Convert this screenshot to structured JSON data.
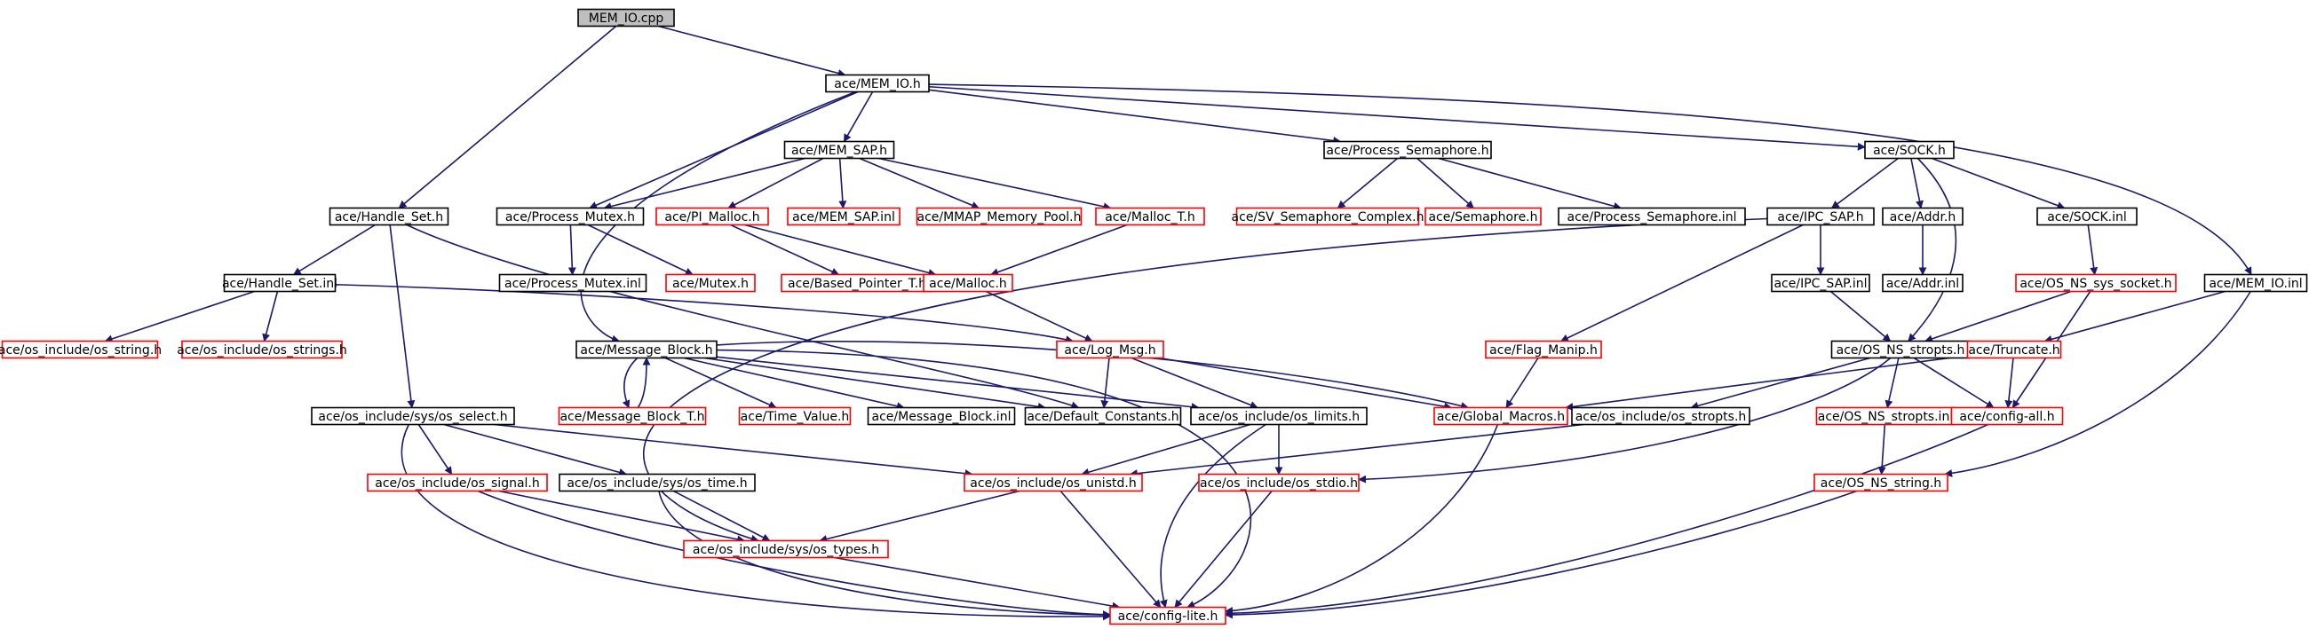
{
  "graph": {
    "colors": {
      "normal_border": "#000000",
      "missing_border": "#ff0000",
      "root_fill": "#bfbfbf",
      "fill": "#ffffff",
      "edge": "#191970"
    },
    "nodes": [
      {
        "id": "mem_io_cpp",
        "label": "MEM_IO.cpp",
        "style": "root"
      },
      {
        "id": "mem_io_h",
        "label": "ace/MEM_IO.h",
        "style": "normal"
      },
      {
        "id": "handle_set_h",
        "label": "ace/Handle_Set.h",
        "style": "normal"
      },
      {
        "id": "mem_sap_h",
        "label": "ace/MEM_SAP.h",
        "style": "normal"
      },
      {
        "id": "process_semaphore_h",
        "label": "ace/Process_Semaphore.h",
        "style": "normal"
      },
      {
        "id": "sock_h",
        "label": "ace/SOCK.h",
        "style": "normal"
      },
      {
        "id": "process_mutex_h",
        "label": "ace/Process_Mutex.h",
        "style": "normal"
      },
      {
        "id": "pi_malloc_h",
        "label": "ace/PI_Malloc.h",
        "style": "missing"
      },
      {
        "id": "mem_sap_inl",
        "label": "ace/MEM_SAP.inl",
        "style": "missing"
      },
      {
        "id": "mmap_memory_pool_h",
        "label": "ace/MMAP_Memory_Pool.h",
        "style": "missing"
      },
      {
        "id": "malloc_t_h",
        "label": "ace/Malloc_T.h",
        "style": "missing"
      },
      {
        "id": "sv_semaphore_complex_h",
        "label": "ace/SV_Semaphore_Complex.h",
        "style": "missing"
      },
      {
        "id": "semaphore_h",
        "label": "ace/Semaphore.h",
        "style": "missing"
      },
      {
        "id": "process_semaphore_inl",
        "label": "ace/Process_Semaphore.inl",
        "style": "normal"
      },
      {
        "id": "ipc_sap_h",
        "label": "ace/IPC_SAP.h",
        "style": "normal"
      },
      {
        "id": "addr_h",
        "label": "ace/Addr.h",
        "style": "normal"
      },
      {
        "id": "sock_inl",
        "label": "ace/SOCK.inl",
        "style": "normal"
      },
      {
        "id": "handle_set_inl",
        "label": "ace/Handle_Set.inl",
        "style": "normal"
      },
      {
        "id": "process_mutex_inl",
        "label": "ace/Process_Mutex.inl",
        "style": "normal"
      },
      {
        "id": "mutex_h",
        "label": "ace/Mutex.h",
        "style": "missing"
      },
      {
        "id": "based_pointer_t_h",
        "label": "ace/Based_Pointer_T.h",
        "style": "missing"
      },
      {
        "id": "malloc_h",
        "label": "ace/Malloc.h",
        "style": "missing"
      },
      {
        "id": "ipc_sap_inl",
        "label": "ace/IPC_SAP.inl",
        "style": "normal"
      },
      {
        "id": "addr_inl",
        "label": "ace/Addr.inl",
        "style": "normal"
      },
      {
        "id": "os_ns_sys_socket_h",
        "label": "ace/OS_NS_sys_socket.h",
        "style": "missing"
      },
      {
        "id": "mem_io_inl",
        "label": "ace/MEM_IO.inl",
        "style": "normal"
      },
      {
        "id": "os_string_h",
        "label": "ace/os_include/os_string.h",
        "style": "missing"
      },
      {
        "id": "os_strings_h",
        "label": "ace/os_include/os_strings.h",
        "style": "missing"
      },
      {
        "id": "message_block_h",
        "label": "ace/Message_Block.h",
        "style": "normal"
      },
      {
        "id": "log_msg_h",
        "label": "ace/Log_Msg.h",
        "style": "missing"
      },
      {
        "id": "flag_manip_h",
        "label": "ace/Flag_Manip.h",
        "style": "missing"
      },
      {
        "id": "os_ns_stropts_h",
        "label": "ace/OS_NS_stropts.h",
        "style": "normal"
      },
      {
        "id": "truncate_h",
        "label": "ace/Truncate.h",
        "style": "missing"
      },
      {
        "id": "os_select_h",
        "label": "ace/os_include/sys/os_select.h",
        "style": "normal"
      },
      {
        "id": "message_block_t_h",
        "label": "ace/Message_Block_T.h",
        "style": "missing"
      },
      {
        "id": "time_value_h",
        "label": "ace/Time_Value.h",
        "style": "missing"
      },
      {
        "id": "message_block_inl",
        "label": "ace/Message_Block.inl",
        "style": "normal"
      },
      {
        "id": "default_constants_h",
        "label": "ace/Default_Constants.h",
        "style": "normal"
      },
      {
        "id": "os_limits_h",
        "label": "ace/os_include/os_limits.h",
        "style": "normal"
      },
      {
        "id": "global_macros_h",
        "label": "ace/Global_Macros.h",
        "style": "missing"
      },
      {
        "id": "os_stropts_h",
        "label": "ace/os_include/os_stropts.h",
        "style": "normal"
      },
      {
        "id": "os_ns_stropts_inl",
        "label": "ace/OS_NS_stropts.inl",
        "style": "missing"
      },
      {
        "id": "config_all_h",
        "label": "ace/config-all.h",
        "style": "missing"
      },
      {
        "id": "os_signal_h",
        "label": "ace/os_include/os_signal.h",
        "style": "missing"
      },
      {
        "id": "os_time_h",
        "label": "ace/os_include/sys/os_time.h",
        "style": "normal"
      },
      {
        "id": "os_unistd_h",
        "label": "ace/os_include/os_unistd.h",
        "style": "missing"
      },
      {
        "id": "os_stdio_h",
        "label": "ace/os_include/os_stdio.h",
        "style": "missing"
      },
      {
        "id": "os_ns_string_h",
        "label": "ace/OS_NS_string.h",
        "style": "missing"
      },
      {
        "id": "os_types_h",
        "label": "ace/os_include/sys/os_types.h",
        "style": "missing"
      },
      {
        "id": "config_lite_h",
        "label": "ace/config-lite.h",
        "style": "missing"
      }
    ],
    "edges": [
      [
        "mem_io_cpp",
        "mem_io_h"
      ],
      [
        "mem_io_cpp",
        "handle_set_h"
      ],
      [
        "mem_io_h",
        "mem_sap_h"
      ],
      [
        "mem_io_h",
        "process_semaphore_h"
      ],
      [
        "mem_io_h",
        "sock_h"
      ],
      [
        "mem_io_h",
        "process_mutex_h"
      ],
      [
        "mem_io_h",
        "message_block_h"
      ],
      [
        "mem_io_h",
        "mem_io_inl"
      ],
      [
        "mem_sap_h",
        "process_mutex_h"
      ],
      [
        "mem_sap_h",
        "pi_malloc_h"
      ],
      [
        "mem_sap_h",
        "mem_sap_inl"
      ],
      [
        "mem_sap_h",
        "mmap_memory_pool_h"
      ],
      [
        "mem_sap_h",
        "malloc_t_h"
      ],
      [
        "process_semaphore_h",
        "sv_semaphore_complex_h"
      ],
      [
        "process_semaphore_h",
        "semaphore_h"
      ],
      [
        "process_semaphore_h",
        "process_semaphore_inl"
      ],
      [
        "sock_h",
        "ipc_sap_h"
      ],
      [
        "sock_h",
        "addr_h"
      ],
      [
        "sock_h",
        "sock_inl"
      ],
      [
        "sock_h",
        "os_ns_stropts_h"
      ],
      [
        "handle_set_h",
        "handle_set_inl"
      ],
      [
        "handle_set_h",
        "os_select_h"
      ],
      [
        "handle_set_h",
        "default_constants_h"
      ],
      [
        "handle_set_inl",
        "os_string_h"
      ],
      [
        "handle_set_inl",
        "os_strings_h"
      ],
      [
        "handle_set_inl",
        "log_msg_h"
      ],
      [
        "process_mutex_h",
        "process_mutex_inl"
      ],
      [
        "process_mutex_h",
        "mutex_h"
      ],
      [
        "pi_malloc_h",
        "based_pointer_t_h"
      ],
      [
        "pi_malloc_h",
        "malloc_h"
      ],
      [
        "malloc_t_h",
        "malloc_h"
      ],
      [
        "malloc_h",
        "log_msg_h"
      ],
      [
        "ipc_sap_h",
        "ipc_sap_inl"
      ],
      [
        "ipc_sap_h",
        "flag_manip_h"
      ],
      [
        "ipc_sap_h",
        "os_types_h"
      ],
      [
        "addr_h",
        "addr_inl"
      ],
      [
        "sock_inl",
        "os_ns_sys_socket_h"
      ],
      [
        "ipc_sap_inl",
        "os_ns_stropts_h"
      ],
      [
        "os_ns_sys_socket_h",
        "os_ns_stropts_h"
      ],
      [
        "os_ns_sys_socket_h",
        "config_all_h"
      ],
      [
        "mem_io_inl",
        "truncate_h"
      ],
      [
        "mem_io_inl",
        "os_ns_string_h"
      ],
      [
        "message_block_h",
        "message_block_t_h"
      ],
      [
        "message_block_t_h",
        "message_block_h"
      ],
      [
        "message_block_h",
        "time_value_h"
      ],
      [
        "message_block_h",
        "message_block_inl"
      ],
      [
        "message_block_h",
        "default_constants_h"
      ],
      [
        "message_block_h",
        "os_limits_h"
      ],
      [
        "message_block_h",
        "global_macros_h"
      ],
      [
        "message_block_h",
        "config_lite_h"
      ],
      [
        "log_msg_h",
        "default_constants_h"
      ],
      [
        "log_msg_h",
        "os_limits_h"
      ],
      [
        "log_msg_h",
        "global_macros_h"
      ],
      [
        "flag_manip_h",
        "global_macros_h"
      ],
      [
        "os_ns_stropts_h",
        "os_stropts_h"
      ],
      [
        "os_ns_stropts_h",
        "os_ns_stropts_inl"
      ],
      [
        "os_ns_stropts_h",
        "config_all_h"
      ],
      [
        "os_ns_stropts_h",
        "os_stdio_h"
      ],
      [
        "truncate_h",
        "global_macros_h"
      ],
      [
        "truncate_h",
        "config_all_h"
      ],
      [
        "os_select_h",
        "os_signal_h"
      ],
      [
        "os_select_h",
        "os_time_h"
      ],
      [
        "os_select_h",
        "os_unistd_h"
      ],
      [
        "os_select_h",
        "config_lite_h"
      ],
      [
        "os_limits_h",
        "os_unistd_h"
      ],
      [
        "os_limits_h",
        "os_stdio_h"
      ],
      [
        "os_limits_h",
        "config_lite_h"
      ],
      [
        "global_macros_h",
        "config_lite_h"
      ],
      [
        "os_stropts_h",
        "os_unistd_h"
      ],
      [
        "os_ns_stropts_inl",
        "os_ns_string_h"
      ],
      [
        "config_all_h",
        "config_lite_h"
      ],
      [
        "os_signal_h",
        "os_types_h"
      ],
      [
        "os_signal_h",
        "config_lite_h"
      ],
      [
        "os_time_h",
        "os_types_h"
      ],
      [
        "os_time_h",
        "config_lite_h"
      ],
      [
        "os_unistd_h",
        "os_types_h"
      ],
      [
        "os_unistd_h",
        "config_lite_h"
      ],
      [
        "os_stdio_h",
        "config_lite_h"
      ],
      [
        "os_ns_string_h",
        "config_lite_h"
      ],
      [
        "os_types_h",
        "config_lite_h"
      ]
    ]
  }
}
